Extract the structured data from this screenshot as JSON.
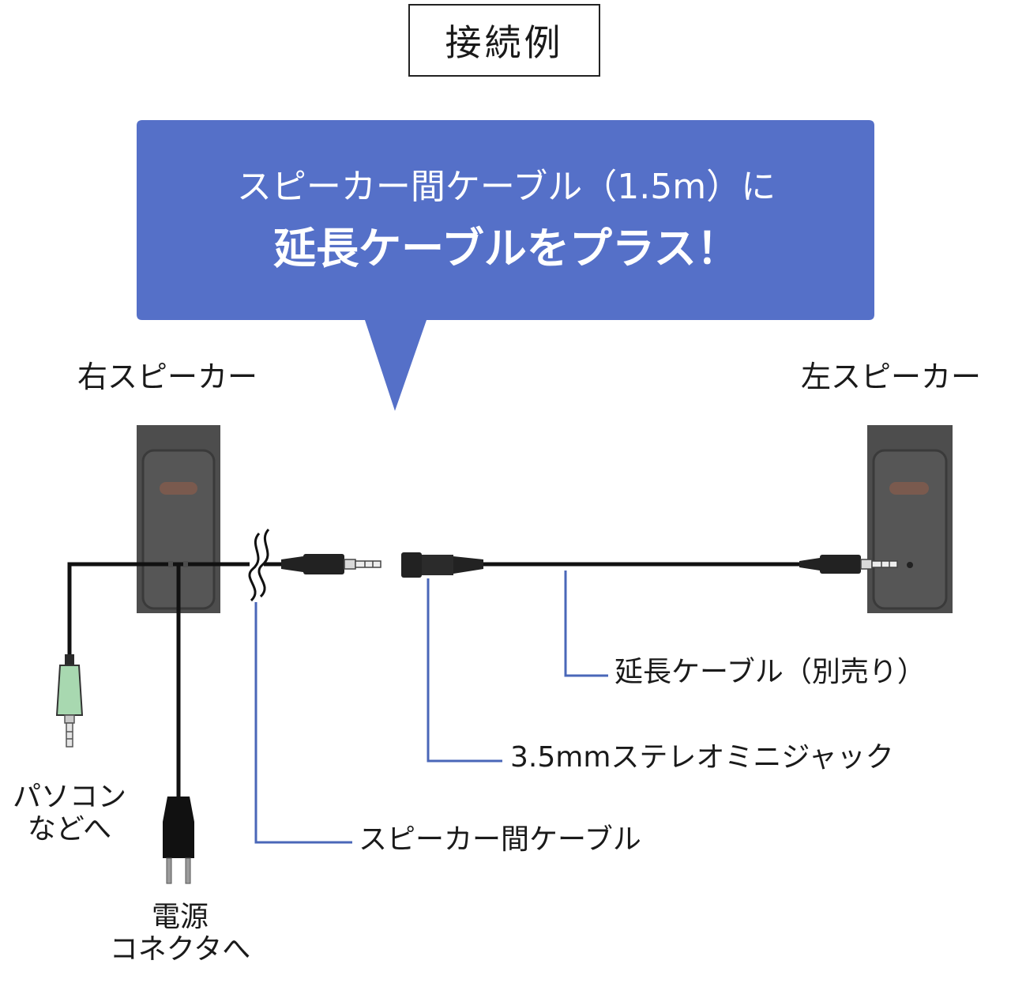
{
  "title": "接続例",
  "callout": {
    "line1": "スピーカー間ケーブル（1.5m）に",
    "line2": "延長ケーブルをプラス！",
    "color": "#5570c8"
  },
  "speakers": {
    "right": "右スピーカー",
    "left": "左スピーカー",
    "body_color": "#4d4d4d"
  },
  "labels": {
    "extension_cable": "延長ケーブル（別売り）",
    "stereo_jack": "3.5mmステレオミニジャック",
    "speaker_cable": "スピーカー間ケーブル",
    "pc_line1": "パソコン",
    "pc_line2": "などへ",
    "power_line1": "電源",
    "power_line2": "コネクタへ"
  },
  "colors": {
    "leader_line": "#4a67b8",
    "audio_plug": "#a8d8b0"
  }
}
